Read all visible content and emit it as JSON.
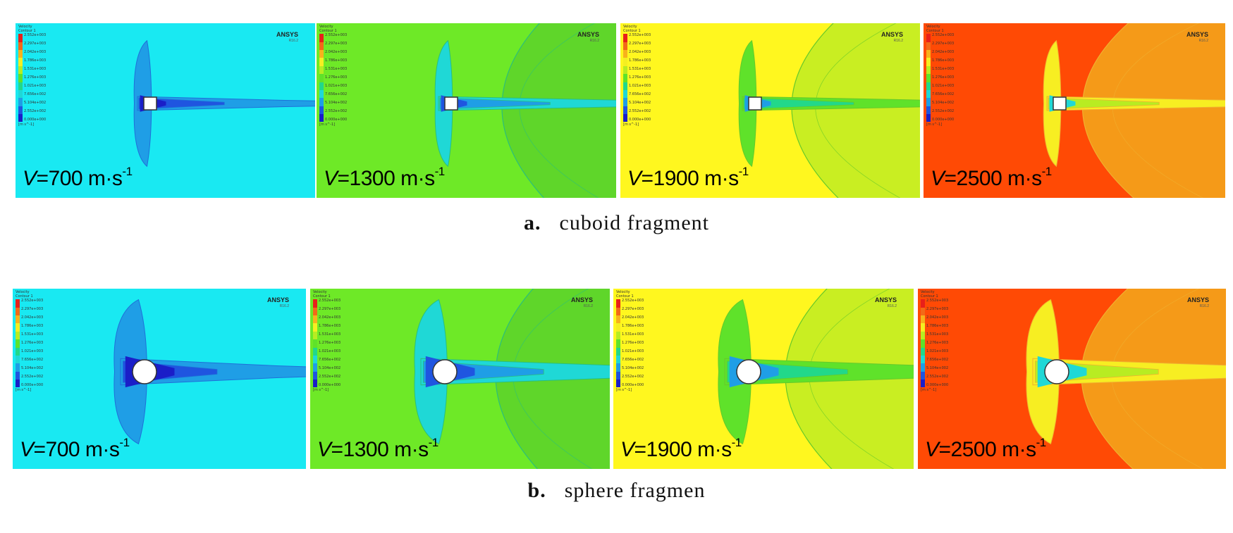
{
  "rows": [
    {
      "shape": "cuboid",
      "caption_letter": "a.",
      "caption_text": "cuboid fragment",
      "panels": [
        {
          "prefix": "V",
          "value": "=700 m·s",
          "exp": "-1",
          "bg": "#19e9f2"
        },
        {
          "prefix": "V",
          "value": "=1300 m·s",
          "exp": "-1",
          "bg": "#6ee927"
        },
        {
          "prefix": "V",
          "value": "=1900 m·s",
          "exp": "-1",
          "bg": "#fff71f"
        },
        {
          "prefix": "V",
          "value": "=2500 m·s",
          "exp": "-1",
          "bg": "#ff4a05"
        }
      ]
    },
    {
      "shape": "sphere",
      "caption_letter": "b.",
      "caption_text": "sphere fragmen",
      "panels": [
        {
          "prefix": "V",
          "value": "=700 m·s",
          "exp": "-1",
          "bg": "#19e9f2"
        },
        {
          "prefix": "V",
          "value": "=1300 m·s",
          "exp": "-1",
          "bg": "#6ee927"
        },
        {
          "prefix": "V",
          "value": "=1900 m·s",
          "exp": "-1",
          "bg": "#fff71f"
        },
        {
          "prefix": "V",
          "value": "=2500 m·s",
          "exp": "-1",
          "bg": "#ff4a05"
        }
      ]
    }
  ],
  "legend": {
    "title1": "Velocity",
    "title2": "Contour 1",
    "ticks": [
      "2.552e+003",
      "2.297e+003",
      "2.042e+003",
      "1.786e+003",
      "1.531e+003",
      "1.276e+003",
      "1.021e+003",
      "7.656e+002",
      "5.104e+002",
      "2.552e+002",
      "0.000e+000"
    ],
    "unit": "[m s^-1]",
    "colors": [
      "#e8201a",
      "#f26a18",
      "#f7b21c",
      "#f5ee22",
      "#b8ec22",
      "#5fe22a",
      "#22d88a",
      "#1fd8d6",
      "#1f9ee6",
      "#1f55e0",
      "#1a1ec8"
    ]
  },
  "brand": {
    "name": "ANSYS",
    "release": "R16.2"
  }
}
